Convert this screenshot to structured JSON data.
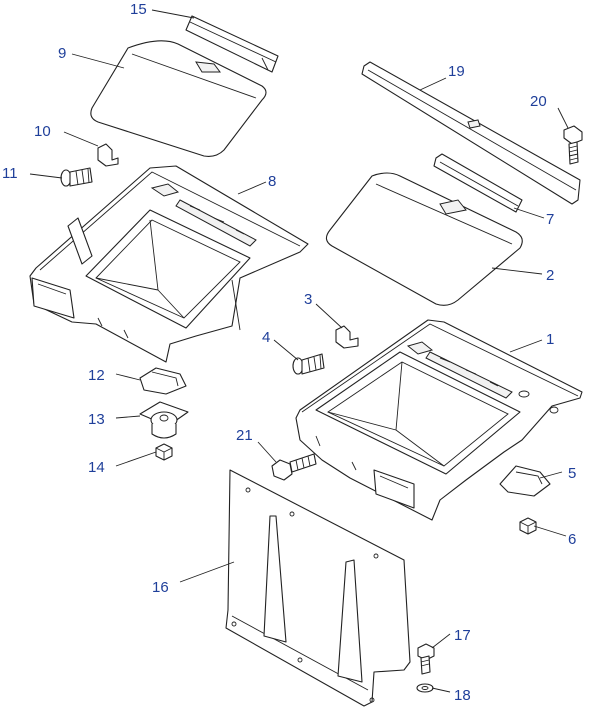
{
  "figure": {
    "callouts": [
      "1",
      "2",
      "3",
      "4",
      "5",
      "6",
      "7",
      "8",
      "9",
      "10",
      "11",
      "12",
      "13",
      "14",
      "15",
      "16",
      "17",
      "18",
      "19",
      "20",
      "21"
    ]
  },
  "colors": {
    "callout": "#1f3f9a",
    "line": "#222222",
    "background": "#ffffff"
  }
}
